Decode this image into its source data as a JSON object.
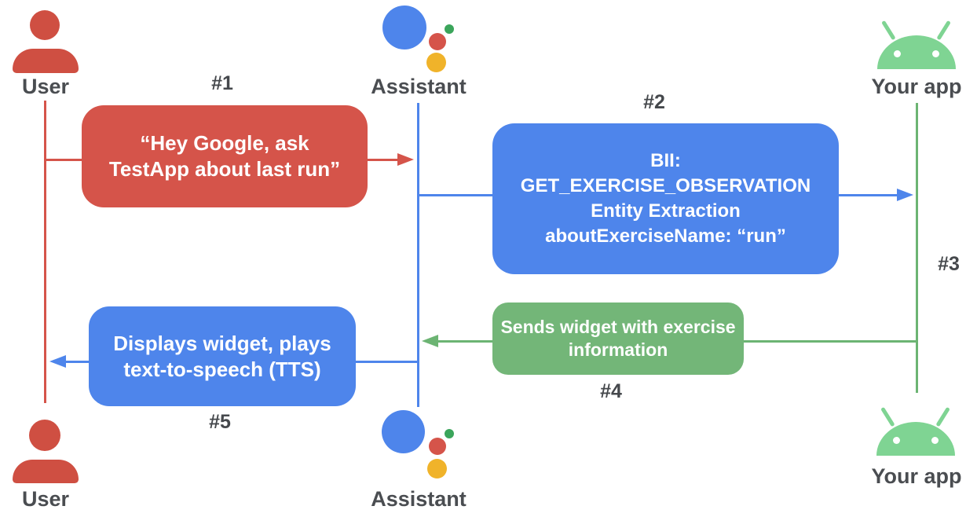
{
  "actors": {
    "user_top": "User",
    "assistant_top": "Assistant",
    "app_top": "Your app",
    "user_bottom": "User",
    "assistant_bottom": "Assistant",
    "app_bottom": "Your app"
  },
  "steps": {
    "s1": {
      "tag": "#1",
      "lines": [
        "“Hey Google, ask",
        "TestApp about last run”"
      ]
    },
    "s2": {
      "tag": "#2",
      "lines": [
        "BII:",
        "GET_EXERCISE_OBSERVATION",
        "Entity Extraction",
        "aboutExerciseName: “run”"
      ]
    },
    "s3": {
      "tag": "#3"
    },
    "s4": {
      "tag": "#4",
      "lines": [
        "Sends widget with exercise",
        "information"
      ]
    },
    "s5": {
      "tag": "#5",
      "lines": [
        "Displays widget, plays",
        "text-to-speech (TTS)"
      ]
    }
  },
  "colors": {
    "red": "#d5544a",
    "blue": "#4e85eb",
    "green_box": "#73b678",
    "green_line": "#6cb473",
    "android_green": "#7fd493",
    "label_gray": "#4a4d51",
    "white": "#ffffff"
  },
  "icons": {
    "user": "person silhouette",
    "assistant": "Google Assistant logo (four colored dots)",
    "app": "Android robot head"
  }
}
